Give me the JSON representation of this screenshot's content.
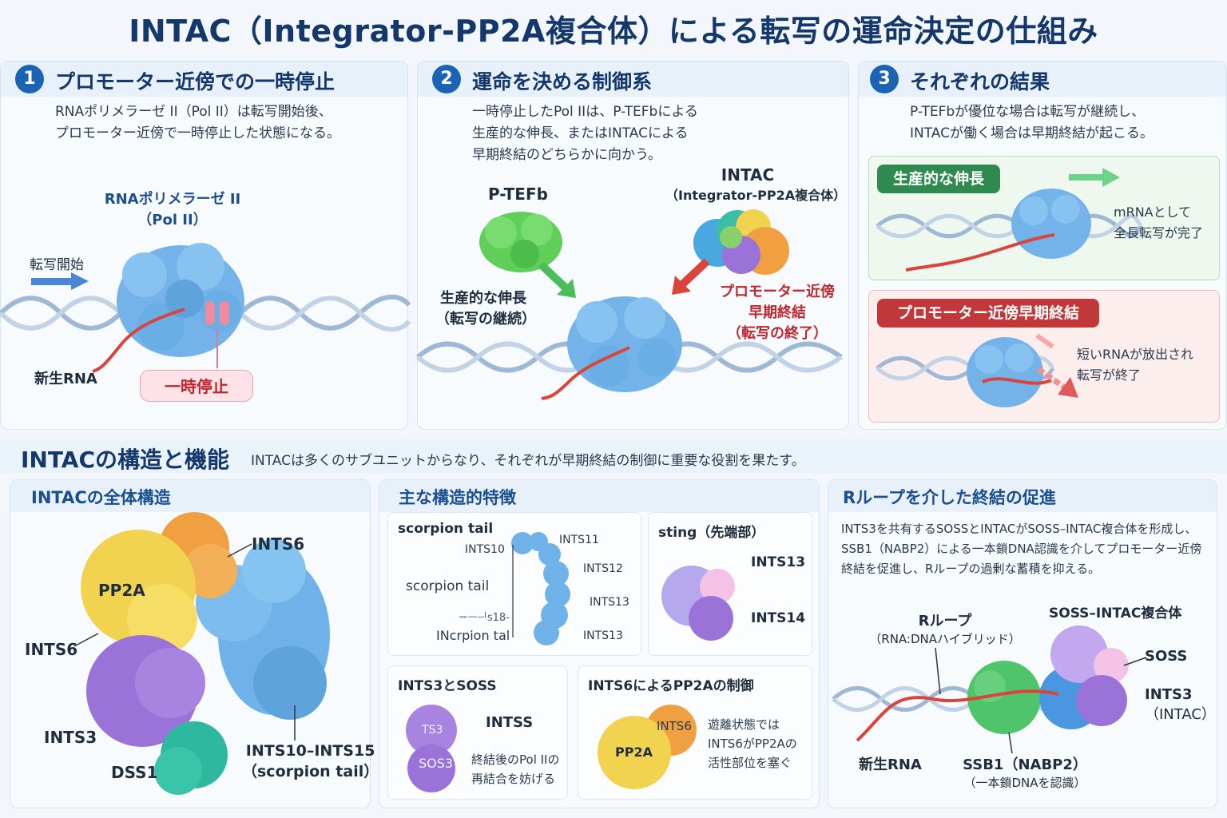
{
  "title": "INTAC（Integrator-PP2A複合体）による転写の運命決定の仕組み",
  "panel1": {
    "num": "1",
    "title": "プロモーター近傍での一時停止",
    "text1": "RNAポリメラーゼ II（Pol II）は転写開始後、",
    "text2": "プロモーター近傍で一時停止した状態になる。",
    "polii_label1": "RNAポリメラーゼ II",
    "polii_label2": "（Pol II）",
    "start_label": "転写開始",
    "rna_label": "新生RNA",
    "pause_label": "一時停止"
  },
  "panel2": {
    "num": "2",
    "title": "運命を決める制御系",
    "text1": "一時停止したPol IIは、P-TEFbによる",
    "text2": "生産的な伸長、またはINTACによる",
    "text3": "早期終結のどちらかに向かう。",
    "ptefb_label": "P-TEFb",
    "intac_label1": "INTAC",
    "intac_label2": "（Integrator-PP2A複合体）",
    "elong_label1": "生産的な伸長",
    "elong_label2": "（転写の継続）",
    "term_label1": "プロモーター近傍",
    "term_label2": "早期終結",
    "term_label3": "（転写の終了）"
  },
  "panel3": {
    "num": "3",
    "title": "それぞれの結果",
    "text1": "P-TEFbが優位な場合は転写が継続し、",
    "text2": "INTACが働く場合は早期終結が起こる。",
    "elong_pill": "生産的な伸長",
    "elong_text1": "mRNAとして",
    "elong_text2": "全長転写が完了",
    "term_pill": "プロモーター近傍早期終結",
    "term_text1": "短いRNAが放出され",
    "term_text2": "転写が終了"
  },
  "section": {
    "title": "INTACの構造と機能",
    "desc": "INTACは多くのサブユニットからなり、それぞれが早期終結の制御に重要な役割を果たす。"
  },
  "structure": {
    "title": "INTACの全体構造",
    "pp2a": "PP2A",
    "ints6_top": "INTS6",
    "ints6_left": "INTS6",
    "ints3": "INTS3",
    "dss1": "DSS1",
    "scorpion1": "INTS10–INTS15",
    "scorpion2": "（scorpion tail）"
  },
  "features": {
    "title": "主な構造的特徴",
    "scorpion": {
      "title": "scorpion tail",
      "ints10": "INTS10",
      "ints11": "INTS11",
      "ints12": "INTS12",
      "ints13": "INTS13",
      "ints13b": "INTS13",
      "label_mid": "scorpion tail",
      "label_garbled1": "ᅲᅳᅴs18-",
      "label_garbled2": "INcrpion tal"
    },
    "sting": {
      "title": "sting（先端部）",
      "ints13": "INTS13",
      "ints14": "INTS14"
    },
    "soss": {
      "title": "INTS3とSOSS",
      "ints": "INTSS",
      "ts3": "TS3",
      "sos3": "SOS3",
      "text1": "終結後のPol IIの",
      "text2": "再結合を妨げる"
    },
    "pp2a": {
      "title": "INTS6によるPP2Aの制御",
      "pp2a": "PP2A",
      "ints6": "INTS6",
      "text1": "遊離状態では",
      "text2": "INTS6がPP2Aの",
      "text3": "活性部位を塞ぐ"
    }
  },
  "rloop": {
    "title": "Rループを介した終結の促進",
    "text1": "INTS3を共有するSOSSとINTACがSOSS–INTAC複合体を形成し、",
    "text2": "SSB1（NABP2）による一本鎖DNA認識を介してプロモーター近傍",
    "text3": "終結を促進し、Rループの過剰な蓄積を抑える。",
    "rloop_label1": "Rループ",
    "rloop_label2": "（RNA:DNAハイブリッド）",
    "complex_label": "SOSS–INTAC複合体",
    "soss": "SOSS",
    "ints3_1": "INTS3",
    "ints3_2": "（INTAC）",
    "rna": "新生RNA",
    "ssb1_1": "SSB1（NABP2）",
    "ssb1_2": "（一本鎖DNAを認識）"
  },
  "colors": {
    "navy": "#14386b",
    "accent_blue": "#1a63b5",
    "polii": "#6fb2ea",
    "ptefb": "#5fcf5a",
    "pp2a": "#f2d350",
    "ints6": "#f0a040",
    "ints3": "#9b72d8",
    "dss1": "#2fb8a0",
    "green": "#2f8a4f",
    "red": "#c0262d"
  },
  "icons": [
    "arrow-right-icon",
    "dna-helix-icon",
    "pol2-blob-icon",
    "pause-clamp-icon",
    "rna-strand-icon"
  ]
}
